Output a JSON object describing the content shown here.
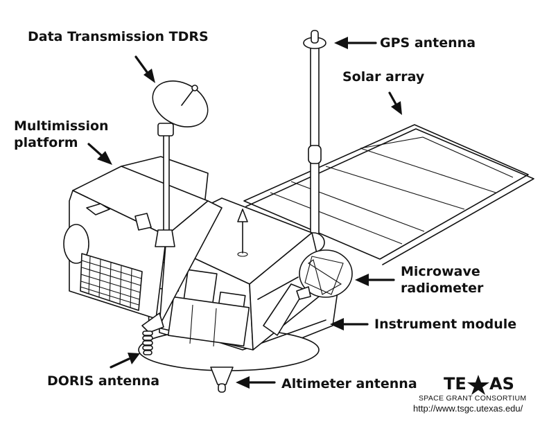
{
  "labels": {
    "data_transmission": "Data Transmission TDRS",
    "gps_antenna": "GPS antenna",
    "solar_array": "Solar array",
    "multimission_line1": "Multimission",
    "multimission_line2": "platform",
    "microwave_line1": "Microwave",
    "microwave_line2": "radiometer",
    "instrument_module": "Instrument module",
    "doris_antenna": "DORIS antenna",
    "altimeter_antenna": "Altimeter antenna"
  },
  "logo": {
    "word_left": "TE",
    "word_right": "AS",
    "subtitle": "SPACE GRANT CONSORTIUM",
    "url": "http://www.tsgc.utexas.edu/"
  },
  "icons": {
    "logo_star": "star-icon"
  },
  "colors": {
    "ink": "#111111",
    "background": "#ffffff"
  }
}
